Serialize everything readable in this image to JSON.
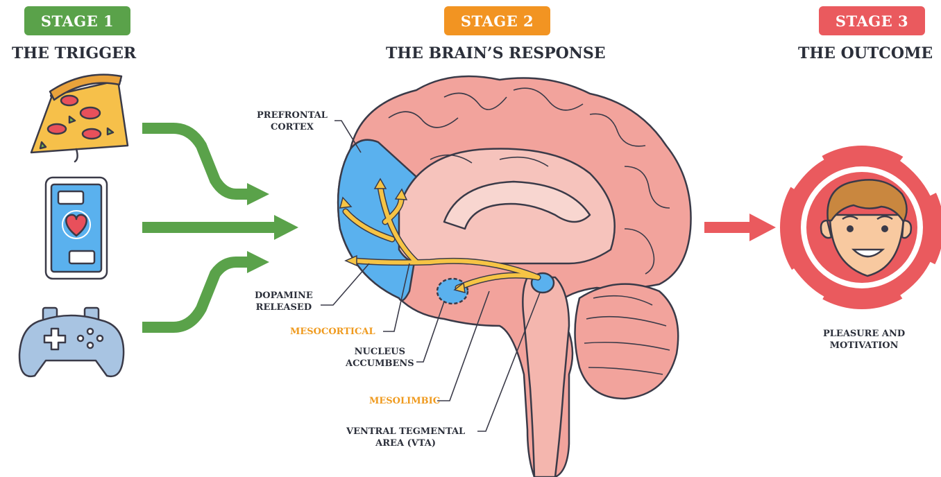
{
  "stages": [
    {
      "badge": "STAGE 1",
      "title": "THE TRIGGER",
      "color": "#5aa24a"
    },
    {
      "badge": "STAGE 2",
      "title": "THE BRAIN’S RESPONSE",
      "color": "#f29422"
    },
    {
      "badge": "STAGE 3",
      "title": "THE OUTCOME",
      "color": "#ea5a5e"
    }
  ],
  "triggers": [
    "pizza-icon",
    "phone-heart-icon",
    "gamepad-icon"
  ],
  "labels": {
    "prefrontal": [
      "PREFRONTAL",
      "CORTEX"
    ],
    "dopamine": [
      "DOPAMINE",
      "RELEASED"
    ],
    "mesocortical": "MESOCORTICAL",
    "nucleus": [
      "NUCLEUS",
      "ACCUMBENS"
    ],
    "mesolimbic": "MESOLIMBIC",
    "vta": [
      "VENTRAL TEGMENTAL",
      "AREA (VTA)"
    ],
    "outcome": [
      "PLEASURE AND",
      "MOTIVATION"
    ]
  },
  "colors": {
    "pathway": "#f6c445",
    "prefrontal_blue": "#5ab1ee",
    "brain_pink": "#f2a39c",
    "outline": "#3a3a48"
  }
}
